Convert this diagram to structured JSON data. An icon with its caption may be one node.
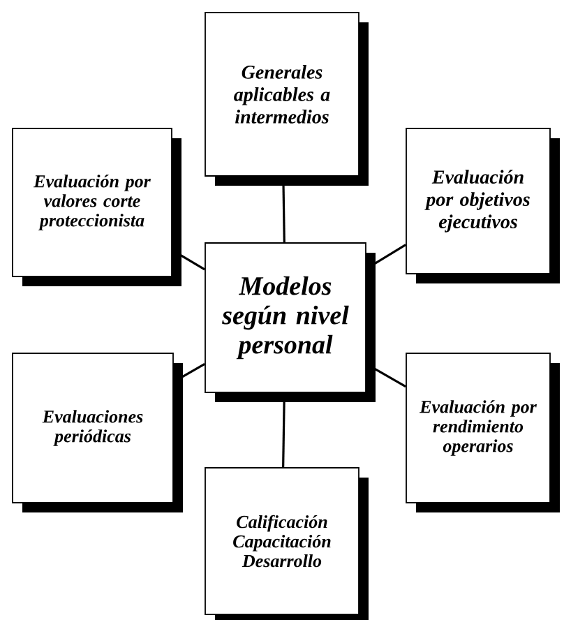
{
  "diagram": {
    "nodes": [
      {
        "text": [
          "Modelos según nivel personal"
        ]
      },
      {
        "text": [
          "Generales aplicables a intermedios"
        ]
      },
      {
        "text": [
          "Evaluación por valores corte proteccionista"
        ]
      },
      {
        "text": [
          "Evaluación por objetivos ejecutivos"
        ]
      },
      {
        "text": [
          "Evaluaciones periódicas"
        ]
      },
      {
        "text": [
          "Evaluación por rendimiento operarios"
        ]
      },
      {
        "text": [
          "Calificación Capacitación Desarrollo"
        ]
      }
    ],
    "edges": [
      {
        "from": 0,
        "to": 1,
        "arrow": "none"
      },
      {
        "from": 0,
        "to": 2,
        "arrow": "none"
      },
      {
        "from": 0,
        "to": 3,
        "arrow": "none"
      },
      {
        "from": 0,
        "to": 4,
        "arrow": "none"
      },
      {
        "from": 0,
        "to": 5,
        "arrow": "none"
      },
      {
        "from": 0,
        "to": 6,
        "arrow": "none"
      }
    ]
  }
}
